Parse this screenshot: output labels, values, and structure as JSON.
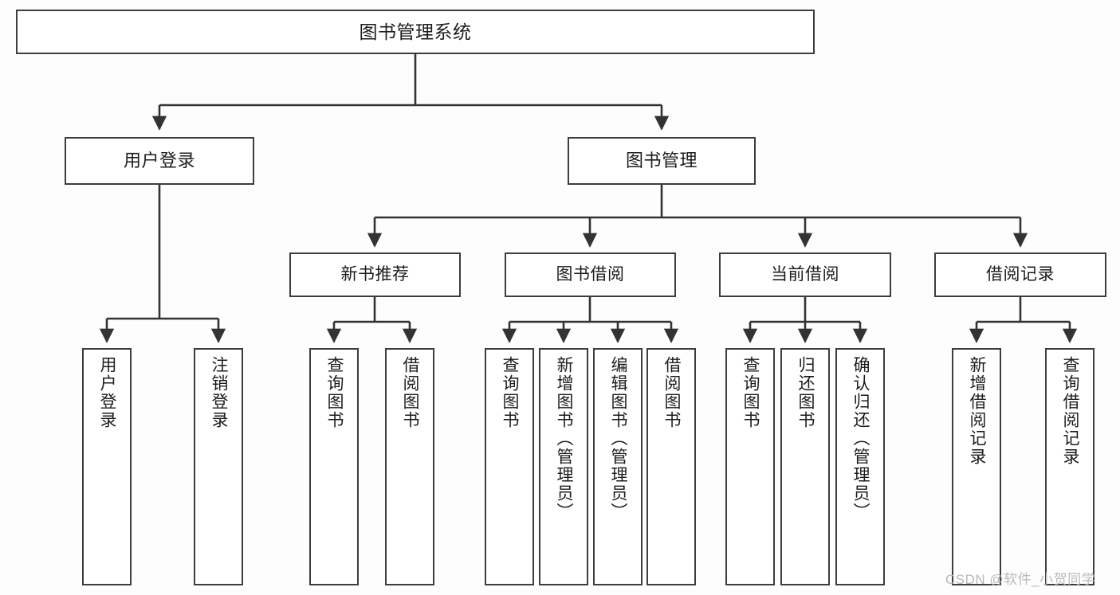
{
  "diagram": {
    "type": "tree",
    "title": "图书管理系统",
    "orientation": "top-down",
    "colors": {
      "background": "#fdfdfd",
      "node_fill": "#ffffff",
      "node_stroke": "#3d3d3d",
      "edge_stroke": "#333333",
      "text": "#1c1c1c",
      "watermark": "#b9b9b9"
    },
    "root": {
      "label": "图书管理系统"
    },
    "level2": [
      {
        "label": "用户登录"
      },
      {
        "label": "图书管理"
      }
    ],
    "level3": [
      {
        "label": "新书推荐"
      },
      {
        "label": "图书借阅"
      },
      {
        "label": "当前借阅"
      },
      {
        "label": "借阅记录"
      }
    ],
    "leaves": {
      "user_login": [
        {
          "label": "用户登录"
        },
        {
          "label": "注销登录"
        }
      ],
      "new_book_recommend": [
        {
          "label": "查询图书"
        },
        {
          "label": "借阅图书"
        }
      ],
      "book_borrow": [
        {
          "label": "查询图书"
        },
        {
          "label": "新增图书（管理员）"
        },
        {
          "label": "编辑图书（管理员）"
        },
        {
          "label": "借阅图书"
        }
      ],
      "current_borrow": [
        {
          "label": "查询图书"
        },
        {
          "label": "归还图书"
        },
        {
          "label": "确认归还（管理员）"
        }
      ],
      "borrow_record": [
        {
          "label": "新增借阅记录"
        },
        {
          "label": "查询借阅记录"
        }
      ]
    }
  },
  "watermark": {
    "text": "CSDN @软件_小贺同学"
  }
}
